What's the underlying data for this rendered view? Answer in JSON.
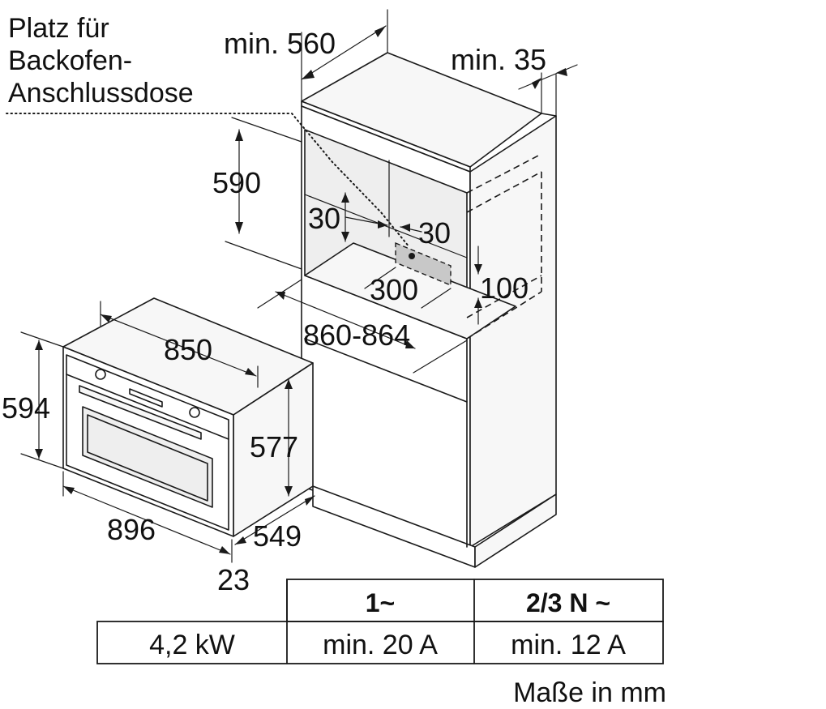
{
  "label": {
    "line1": "Platz für",
    "line2": "Backofen-",
    "line3": "Anschlussdose"
  },
  "dims": {
    "min560": "min. 560",
    "min35": "min. 35",
    "d590": "590",
    "d30a": "30",
    "d30b": "30",
    "d300": "300",
    "d100": "100",
    "d860": "860-864",
    "d850": "850",
    "d594": "594",
    "d577": "577",
    "d896": "896",
    "d549": "549",
    "d23": "23"
  },
  "table": {
    "header_1phase": "1~",
    "header_3phase": "2/3 N ~",
    "power": "4,2 kW",
    "fuse_1phase": "min. 20 A",
    "fuse_3phase": "min. 12 A"
  },
  "units_note": "Maße in mm"
}
